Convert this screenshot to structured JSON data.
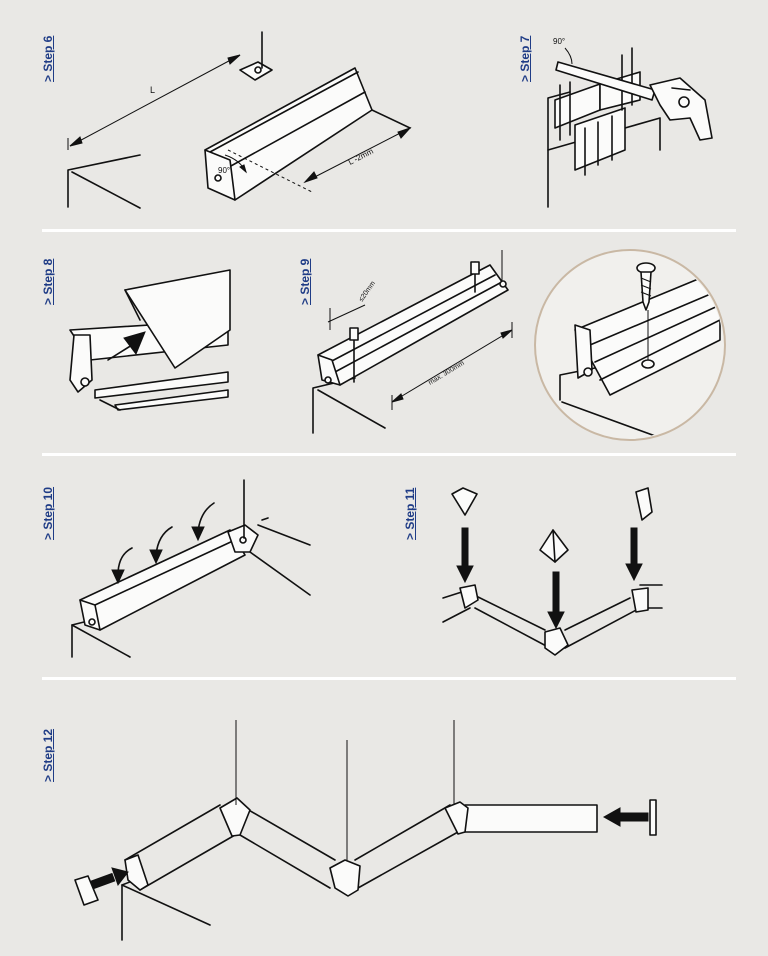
{
  "steps": [
    {
      "label": "> Step 6"
    },
    {
      "label": "> Step 7"
    },
    {
      "label": "> Step 8"
    },
    {
      "label": "> Step 9"
    },
    {
      "label": "> Step 10"
    },
    {
      "label": "> Step 11"
    },
    {
      "label": "> Step 12"
    }
  ],
  "annotations": {
    "length": "L",
    "length_minus": "L -2mm",
    "angle_profile": "90°",
    "angle_saw": "90°",
    "edge_distance": "≤20mm",
    "screw_spacing": "max. 300mm"
  },
  "colors": {
    "background": "#e9e8e5",
    "step_label": "#1f3c86",
    "divider": "#ffffff",
    "zoom_circle_border": "#c9b8a4"
  }
}
